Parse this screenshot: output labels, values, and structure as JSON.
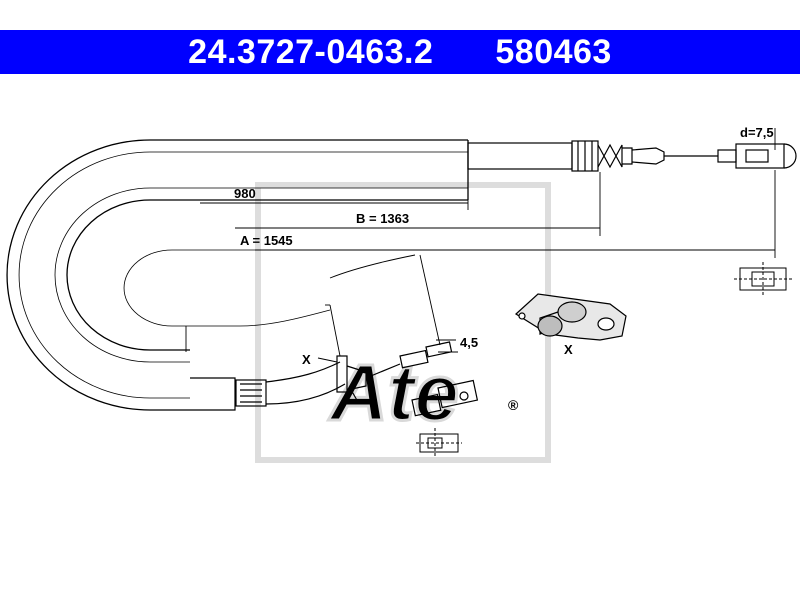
{
  "header": {
    "part_number": "24.3727-0463.2",
    "ref_number": "580463",
    "background_color": "#0000ff",
    "text_color": "#ffffff"
  },
  "dimensions": {
    "d980": "980",
    "b": "B = 1363",
    "a": "A = 1545",
    "d_end": "d=7,5",
    "small_dim": "4,5"
  },
  "labels": {
    "x_marker": "X",
    "x_detail": "X"
  },
  "watermark": {
    "brand": "Ate",
    "registered": "®"
  }
}
